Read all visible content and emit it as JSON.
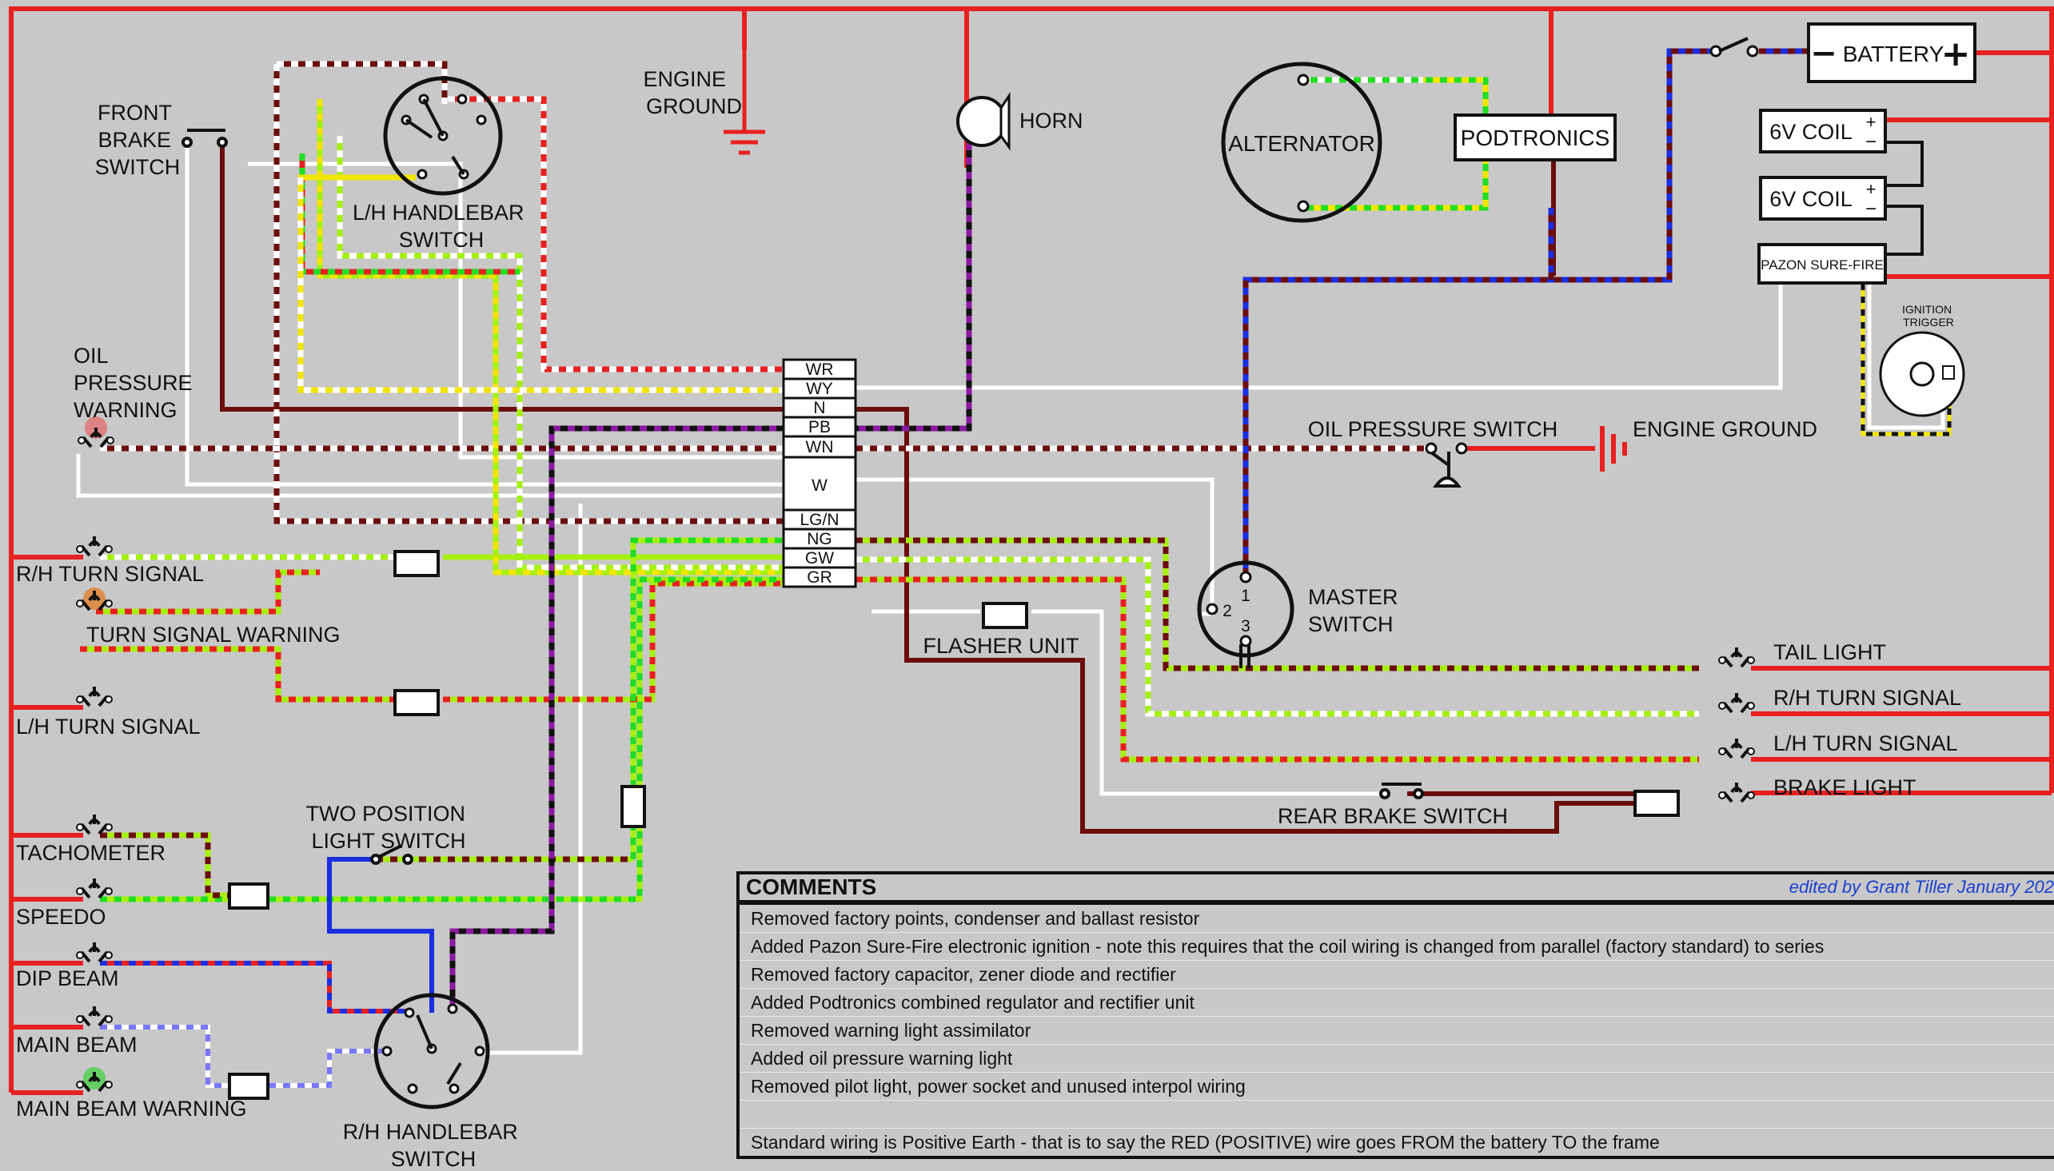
{
  "diagram": {
    "components": {
      "front_brake_switch": [
        "FRONT",
        "BRAKE",
        "SWITCH"
      ],
      "lh_handlebar_switch": [
        "L/H HANDLEBAR",
        "SWITCH"
      ],
      "engine_ground_top": [
        "ENGINE",
        "GROUND"
      ],
      "horn": "HORN",
      "alternator": "ALTERNATOR",
      "podtronics": "PODTRONICS",
      "battery": "BATTERY",
      "battery_neg": "−",
      "battery_pos": "+",
      "coil_1": "6V COIL",
      "coil_2": "6V COIL",
      "pazon": "PAZON SURE-FIRE",
      "ignition_trigger": [
        "IGNITION",
        "TRIGGER"
      ],
      "oil_pressure_warning": [
        "OIL",
        "PRESSURE",
        "WARNING"
      ],
      "oil_pressure_switch": "OIL PRESSURE SWITCH",
      "engine_ground_right": "ENGINE GROUND",
      "master_switch": [
        "MASTER",
        "SWITCH"
      ],
      "master_terminals": [
        "1",
        "2",
        "3"
      ],
      "flasher_unit": "FLASHER UNIT",
      "rear_brake_switch": "REAR BRAKE SWITCH",
      "two_position_light_switch": [
        "TWO POSITION",
        "LIGHT SWITCH"
      ],
      "rh_handlebar_switch": [
        "R/H HANDLEBAR",
        "SWITCH"
      ]
    },
    "left_lights": {
      "rh_turn_signal": "R/H TURN SIGNAL",
      "turn_signal_warning": "TURN SIGNAL WARNING",
      "lh_turn_signal": "L/H TURN SIGNAL",
      "tachometer": "TACHOMETER",
      "speedo": "SPEEDO",
      "dip_beam": "DIP BEAM",
      "main_beam": "MAIN BEAM",
      "main_beam_warning": "MAIN BEAM WARNING"
    },
    "right_lights": {
      "tail_light": "TAIL LIGHT",
      "rh_turn_signal": "R/H TURN SIGNAL",
      "lh_turn_signal": "L/H TURN SIGNAL",
      "brake_light": "BRAKE LIGHT"
    },
    "connector_labels": [
      "WR",
      "WY",
      "N",
      "PB",
      "WN",
      "W",
      "LG/N",
      "NG",
      "GW",
      "GR"
    ],
    "wire_colors": {
      "red": "#e82020",
      "brown": "#6b0d0d",
      "white": "#ffffff",
      "yellow": "#f2e600",
      "green": "#22dd22",
      "light_green": "#a6f010",
      "purple": "#8a1aa0",
      "blue": "#1a2ee0",
      "light_blue": "#7777ff",
      "black": "#111111",
      "background": "#c8c8c8"
    }
  },
  "comments": {
    "title": "COMMENTS",
    "credit": "edited by Grant Tiller January 202",
    "rows": [
      "Removed factory points, condenser and ballast resistor",
      "Added Pazon Sure-Fire electronic ignition - note this requires that the coil wiring is changed from parallel (factory standard) to series",
      "Removed factory capacitor, zener diode and rectifier",
      "Added Podtronics combined regulator and rectifier unit",
      "Removed warning light assimilator",
      "Added oil pressure warning light",
      "Removed pilot light, power socket and unused interpol wiring",
      "",
      "Standard wiring is Positive Earth - that is to say the RED (POSITIVE) wire goes FROM the battery TO the frame"
    ]
  }
}
